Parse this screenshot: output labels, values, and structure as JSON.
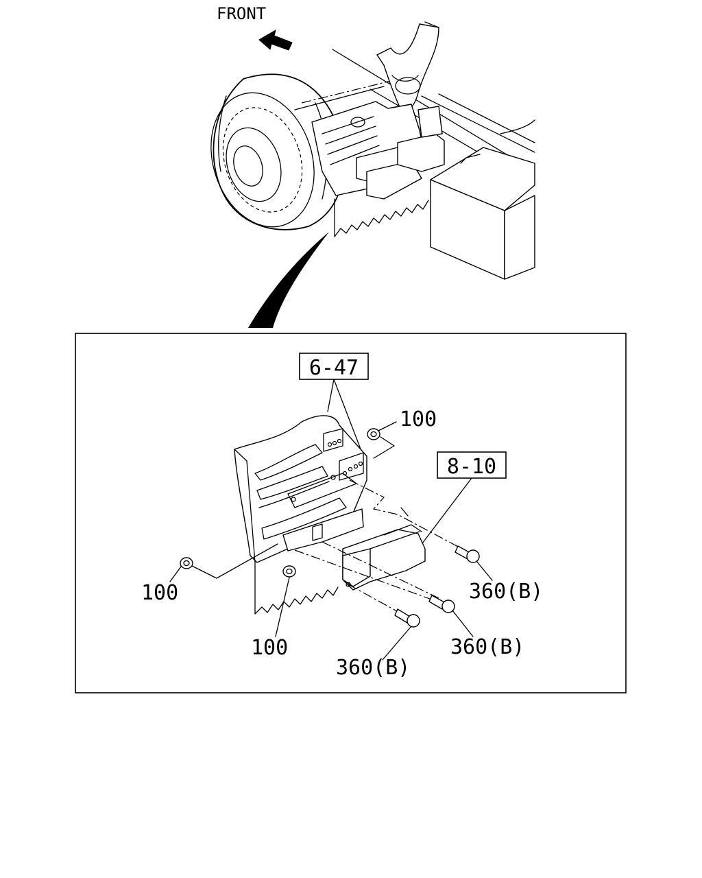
{
  "direction_label": "FRONT",
  "references": {
    "ref_top": "6-47",
    "ref_right": "8-10"
  },
  "callouts": {
    "nut_top_right": "100",
    "nut_left": "100",
    "nut_bottom": "100",
    "bolt_right": "360(B)",
    "bolt_middle": "360(B)",
    "bolt_bottom": "360(B)"
  }
}
